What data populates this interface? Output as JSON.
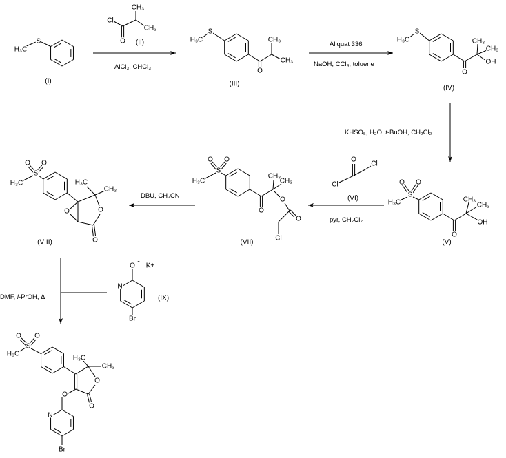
{
  "compounds": {
    "I": {
      "label": "(I)",
      "atoms": [
        "H₃C",
        "S"
      ]
    },
    "II": {
      "label": "(II)",
      "atoms": [
        "Cl",
        "O",
        "CH₃",
        "CH₃"
      ]
    },
    "III": {
      "label": "(III)",
      "atoms": [
        "H₃C",
        "S",
        "O",
        "CH₃",
        "CH₃"
      ]
    },
    "IV": {
      "label": "(IV)",
      "atoms": [
        "H₃C",
        "S",
        "O",
        "CH₃",
        "CH₃",
        "OH"
      ]
    },
    "V": {
      "label": "(V)",
      "atoms": [
        "H₃C",
        "S",
        "O",
        "O",
        "O",
        "CH₃",
        "CH₃",
        "OH"
      ]
    },
    "VI": {
      "label": "(VI)",
      "atoms": [
        "O",
        "Cl",
        "Cl"
      ]
    },
    "VII": {
      "label": "(VII)",
      "atoms": [
        "H₃C",
        "S",
        "O",
        "O",
        "O",
        "CH₃",
        "CH₃",
        "O",
        "O",
        "Cl"
      ]
    },
    "VIII": {
      "label": "(VIII)",
      "atoms": [
        "H₃C",
        "S",
        "O",
        "O",
        "H₃C",
        "CH₃",
        "O",
        "O",
        "O"
      ]
    },
    "IX": {
      "label": "(IX)",
      "atoms": [
        "O",
        "-",
        "K+",
        "N",
        "Br"
      ]
    },
    "product": {
      "atoms": [
        "H₃C",
        "S",
        "O",
        "O",
        "H₃C",
        "CH₃",
        "O",
        "O",
        "O",
        "N",
        "Br"
      ]
    }
  },
  "steps": [
    {
      "below": "AlCl₃, CHCl₃"
    },
    {
      "above": "Aliquat 336",
      "below": "NaOH, CCl₄, toluene"
    },
    {
      "parts": [
        "KHSO₅, H₂O, ",
        "t",
        "-BuOH, CH₂Cl₂"
      ]
    },
    {
      "below": "pyr, CH₂Cl₂"
    },
    {
      "above": "DBU, CH₃CN"
    },
    {
      "parts": [
        "DMF, ",
        "i",
        "-PrOH, Δ"
      ]
    }
  ]
}
